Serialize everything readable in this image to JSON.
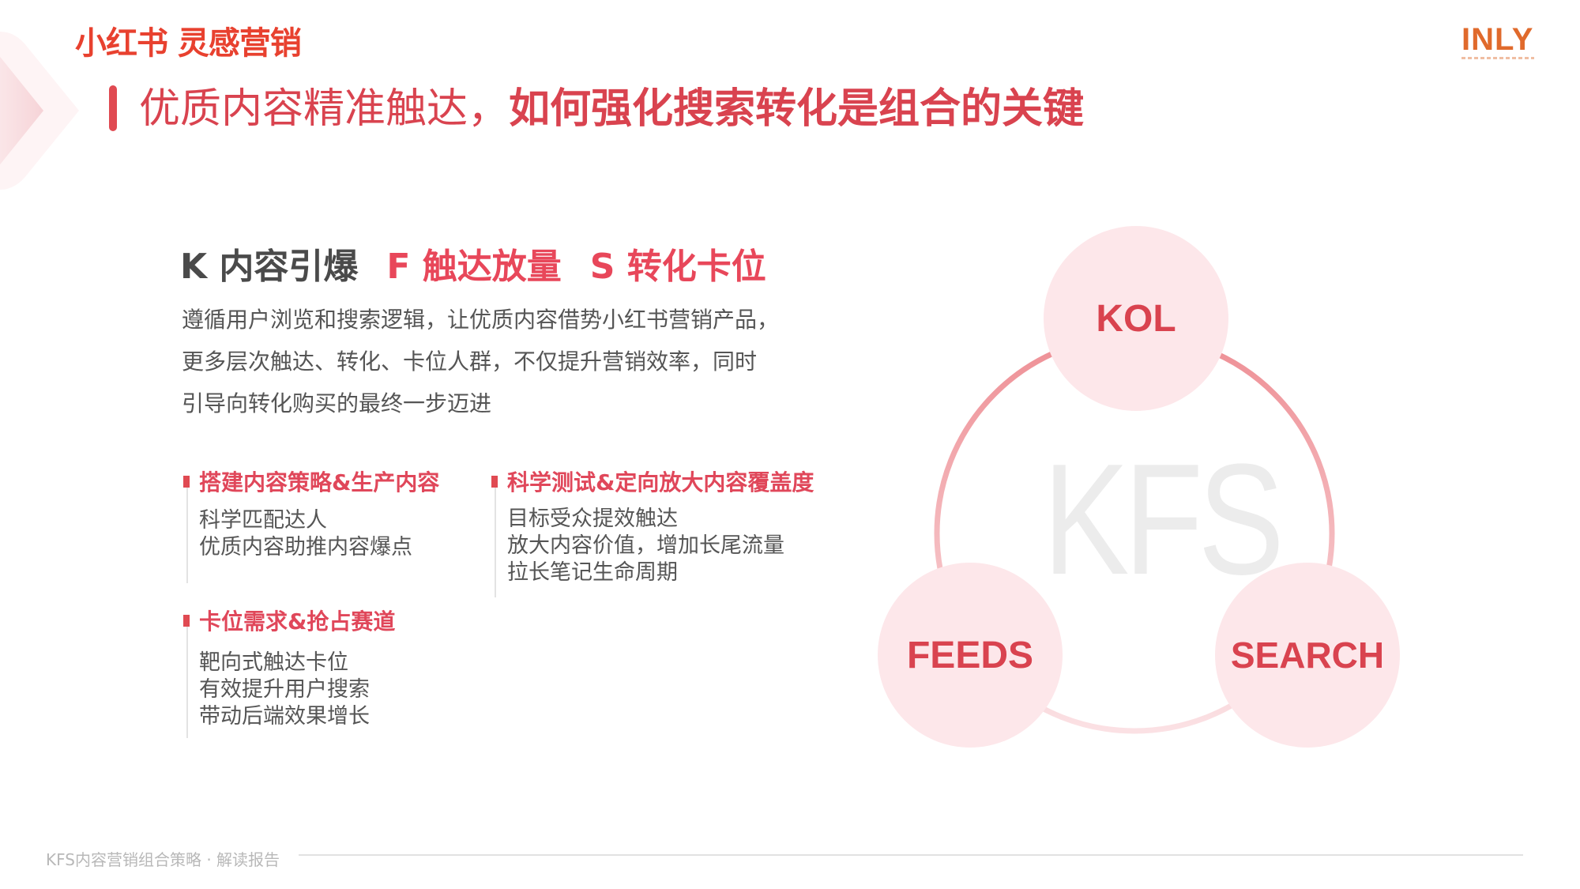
{
  "header": {
    "brand_logo": "小红书 灵感营销",
    "partner_logo": "INLY",
    "title_part1": "优质内容精准触达，",
    "title_part2": "如何强化搜索转化是组合的关键"
  },
  "main": {
    "headline": {
      "k": "K 内容引爆",
      "f": "F 触达放量",
      "s": "S 转化卡位"
    },
    "intro_lines": [
      "遵循用户浏览和搜索逻辑，让优质内容借势小红书营销产品，",
      "更多层次触达、转化、卡位人群，不仅提升营销效率，同时",
      "引导向转化购买的最终一步迈进"
    ],
    "points": [
      {
        "title": "搭建内容策略&生产内容",
        "lines": [
          "科学匹配达人",
          "优质内容助推内容爆点"
        ]
      },
      {
        "title": "科学测试&定向放大内容覆盖度",
        "lines": [
          "目标受众提效触达",
          "放大内容价值，增加长尾流量",
          "拉长笔记生命周期"
        ]
      },
      {
        "title": "卡位需求&抢占赛道",
        "lines": [
          "靶向式触达卡位",
          "有效提升用户搜索",
          "带动后端效果增长"
        ]
      }
    ]
  },
  "diagram": {
    "watermark": "KFS",
    "nodes": [
      {
        "label": "KOL"
      },
      {
        "label": "FEEDS"
      },
      {
        "label": "SEARCH"
      }
    ],
    "colors": {
      "node_fill": "#fde7ea",
      "node_text": "#d9434f",
      "ring": "#f09a9e"
    }
  },
  "footer": {
    "text": "KFS内容营销组合策略 · 解读报告"
  },
  "colors": {
    "brand_red": "#e8412f",
    "title_red": "#d9434f",
    "accent_pink": "#e8475a",
    "body_gray": "#555555",
    "inly_orange": "#e06a2c"
  }
}
